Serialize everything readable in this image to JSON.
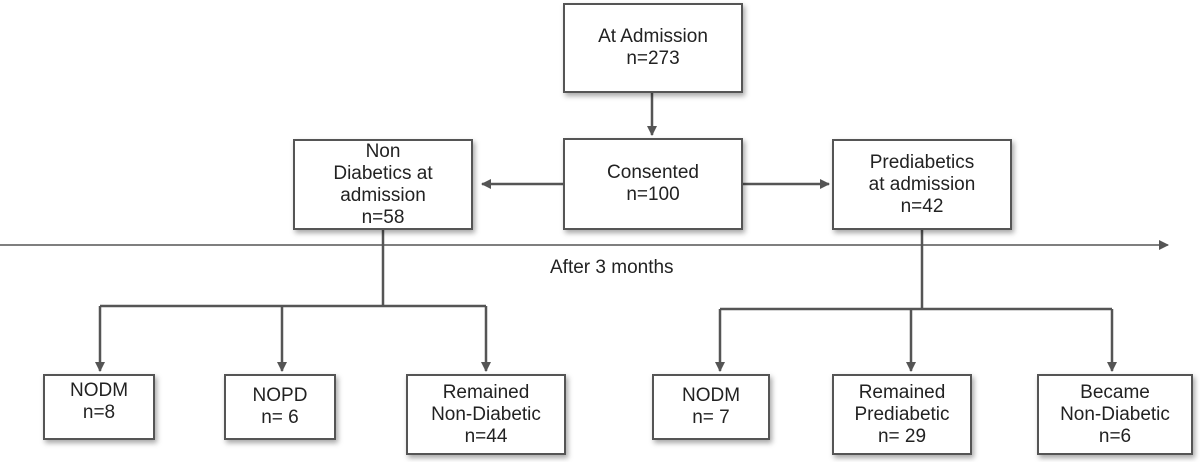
{
  "nodes": {
    "admission": {
      "lines": [
        "At Admission",
        "n=273"
      ]
    },
    "consented": {
      "lines": [
        "Consented",
        "n=100"
      ]
    },
    "non_diabetics": {
      "lines": [
        "Non",
        "Diabetics at",
        "admission",
        "n=58"
      ]
    },
    "prediabetics": {
      "lines": [
        "Prediabetics",
        "at admission",
        "n=42"
      ]
    },
    "nodm_left": {
      "lines": [
        "NODM",
        "n=8"
      ]
    },
    "nopd": {
      "lines": [
        "NOPD",
        "n= 6"
      ]
    },
    "remained_non_diabetic": {
      "lines": [
        "Remained",
        "Non-Diabetic",
        "n=44"
      ]
    },
    "nodm_right": {
      "lines": [
        "NODM",
        "n= 7"
      ]
    },
    "remained_prediabetic": {
      "lines": [
        "Remained",
        "Prediabetic",
        "n= 29"
      ]
    },
    "became_non_diabetic": {
      "lines": [
        "Became",
        "Non-Diabetic",
        "n=6"
      ]
    }
  },
  "timeline": {
    "label": "After 3 months"
  },
  "colors": {
    "line": "#555555",
    "border": "#555555"
  }
}
